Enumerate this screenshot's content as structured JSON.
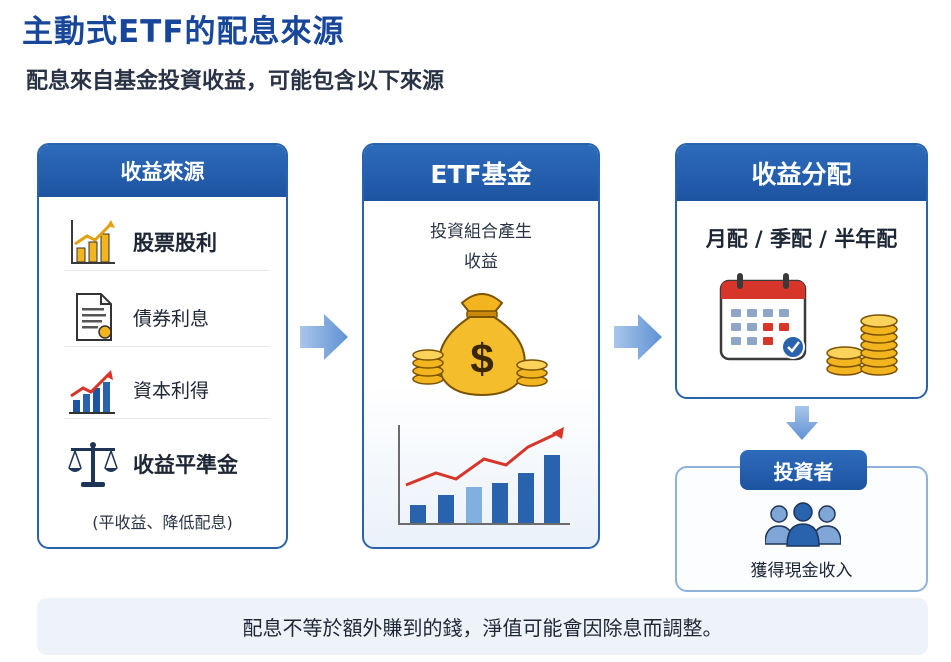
{
  "title": "主動式ETF的配息來源",
  "subtitle": "配息來自基金投資收益，可能包含以下來源",
  "sources": {
    "header": "收益來源",
    "items": [
      {
        "label": "股票股利",
        "icon": "bar-chart-up-icon"
      },
      {
        "label": "債券利息",
        "icon": "bond-document-icon"
      },
      {
        "label": "資本利得",
        "icon": "growth-chart-icon"
      },
      {
        "label": "收益平準金",
        "icon": "balance-scale-icon"
      }
    ],
    "note": "(平收益、降低配息)"
  },
  "etf": {
    "header": "ETF基金",
    "text_line1": "投資組合產生",
    "text_line2": "收益",
    "icons": [
      "money-bag-icon",
      "coin-stack-icon",
      "growth-bar-chart-icon"
    ]
  },
  "distribution": {
    "header": "收益分配",
    "frequency": "月配 / 季配 / 半年配",
    "icons": [
      "calendar-icon",
      "coin-stack-icon"
    ]
  },
  "investor": {
    "badge": "投資者",
    "text": "獲得現金收入",
    "icon": "investors-group-icon"
  },
  "footer": "配息不等於額外賺到的錢，淨值可能會因除息而調整。",
  "colors": {
    "primary": "#1d54a2",
    "title": "#17469b",
    "arrow": "#6b9ad8",
    "gold": "#f2b51f",
    "red": "#d8352a"
  }
}
